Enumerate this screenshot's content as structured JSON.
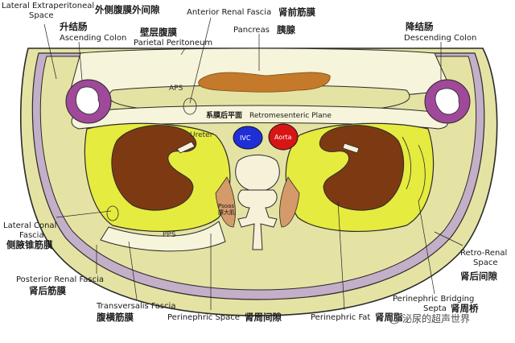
{
  "labels": {
    "lateral_extraperitoneal_en_1": "Lateral Extraperitoneal",
    "lateral_extraperitoneal_en_2": "Space",
    "lateral_extraperitoneal_zh": "外侧腹膜外间隙",
    "anterior_renal_fascia_en": "Anterior Renal Fascia",
    "anterior_renal_fascia_zh": "肾前筋膜",
    "ascending_colon_zh": "升结肠",
    "ascending_colon_en": "Ascending Colon",
    "parietal_peritoneum_zh": "壁层腹膜",
    "parietal_peritoneum_en": "Parietal Peritoneum",
    "pancreas_en": "Pancreas",
    "pancreas_zh": "胰腺",
    "descending_colon_zh": "降结肠",
    "descending_colon_en": "Descending Colon",
    "retromesenteric_zh": "系膜后平面",
    "retromesenteric_en": "Retromesenteric Plane",
    "lateral_conal_en_1": "Lateral Conal",
    "lateral_conal_en_2": "Fascia",
    "lateral_conal_zh": "侧腋锥筋膜",
    "retro_renal_en_1": "Retro-Renal",
    "retro_renal_en_2": "Space",
    "retro_renal_zh": "肾后间隙",
    "posterior_renal_en": "Posterior Renal Fascia",
    "posterior_renal_zh": "肾后筋膜",
    "perinephric_bridging_en_1": "Perinephric Bridging",
    "perinephric_bridging_en_2": "Septa",
    "perinephric_bridging_zh": "肾周桥",
    "transversalis_en": "Transversalis Fascia",
    "transversalis_zh": "腹横筋膜",
    "perinephric_space_en": "Perinephric Space",
    "perinephric_space_zh": "肾周间隙",
    "perinephric_fat_en": "Perinephric Fat",
    "perinephric_fat_zh": "肾周脂"
  },
  "inner": {
    "aps": "APS",
    "pps": "PPS",
    "ureter": "Ureter",
    "ivc": "IVC",
    "aorta": "Aorta",
    "psoas_en": "Psoas",
    "psoas_zh": "腰大肌"
  },
  "watermark": "泌尿的超声世界",
  "colors": {
    "body_fill": "#e4e3a4",
    "outline": "#2a2a2a",
    "muscle_wall": "#c3afc8",
    "peritoneal": "#f6f4da",
    "kidney_space": "#e6eb3f",
    "kidney": "#7d3a12",
    "pancreas": "#c47a2a",
    "colon_wall": "#a0489a",
    "ivc": "#1f2fd8",
    "aorta": "#d81515",
    "psoas": "#d49a6a",
    "vertebra": "#f7f1da"
  }
}
